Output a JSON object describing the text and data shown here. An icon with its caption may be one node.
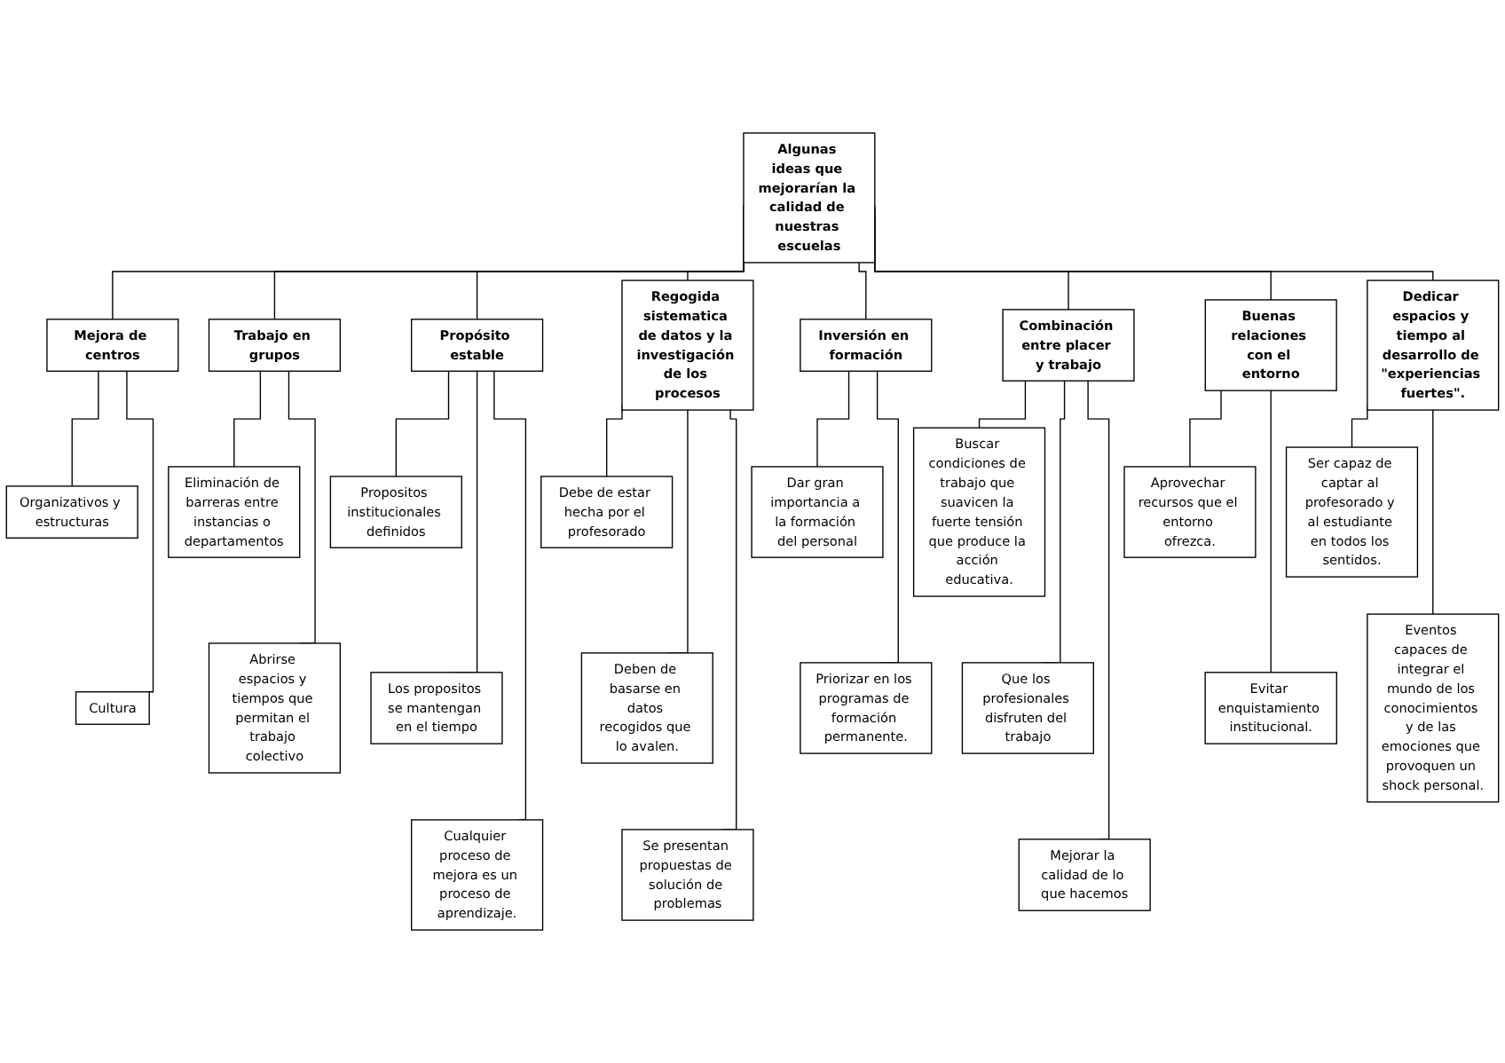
{
  "diagram": {
    "nodes": [
      {
        "text": [
          "Algunas ideas que mejorarían la calidad de nuestras escuelas"
        ]
      },
      {
        "text": [
          "Mejora de centros"
        ]
      },
      {
        "text": [
          "Organizativos y estructuras"
        ]
      },
      {
        "text": [
          "Cultura"
        ]
      },
      {
        "text": [
          "Trabajo en grupos"
        ]
      },
      {
        "text": [
          "Eliminación de barreras entre instancias o departamentos"
        ]
      },
      {
        "text": [
          "Abrirse espacios y tiempos que permitan el trabajo colectivo"
        ]
      },
      {
        "text": [
          "Propósito estable"
        ]
      },
      {
        "text": [
          "Propositos institucionales definidos"
        ]
      },
      {
        "text": [
          "Los propositos se mantengan en el tiempo"
        ]
      },
      {
        "text": [
          "Cualquier proceso de mejora es un proceso de aprendizaje."
        ]
      },
      {
        "text": [
          "Regogida sistematica de datos y la investigación de los procesos"
        ]
      },
      {
        "text": [
          "Debe de estar hecha por el profesorado"
        ]
      },
      {
        "text": [
          "Deben de basarse en datos recogidos que lo avalen."
        ]
      },
      {
        "text": [
          "Se presentan propuestas de solución de problemas"
        ]
      },
      {
        "text": [
          "Inversión en formación"
        ]
      },
      {
        "text": [
          "Dar gran importancia a la formación del personal"
        ]
      },
      {
        "text": [
          "Priorizar en los programas de formación permanente."
        ]
      },
      {
        "text": [
          "Combinación entre placer y trabajo"
        ]
      },
      {
        "text": [
          "Buscar condiciones de trabajo que suavicen la fuerte tensión que produce la acción educativa."
        ]
      },
      {
        "text": [
          "Que los profesionales disfruten del trabajo"
        ]
      },
      {
        "text": [
          "Mejorar la calidad de lo que hacemos"
        ]
      },
      {
        "text": [
          "Buenas relaciones con el entorno"
        ]
      },
      {
        "text": [
          "Aprovechar recursos que el entorno ofrezca."
        ]
      },
      {
        "text": [
          "Evitar enquistamiento institucional."
        ]
      },
      {
        "text": [
          "Dedicar espacios y tiempo al desarrollo de \"experiencias fuertes\"."
        ]
      },
      {
        "text": [
          "Ser capaz de captar al profesorado y al estudiante en todos los sentidos."
        ]
      },
      {
        "text": [
          "Eventos capaces de integrar el mundo de los conocimientos y de las emociones que provoquen un shock personal."
        ]
      }
    ],
    "edges": [
      {
        "from": 0,
        "to": 1,
        "arrow": "none"
      },
      {
        "from": 0,
        "to": 4,
        "arrow": "none"
      },
      {
        "from": 0,
        "to": 7,
        "arrow": "none"
      },
      {
        "from": 0,
        "to": 11,
        "arrow": "none"
      },
      {
        "from": 0,
        "to": 15,
        "arrow": "none"
      },
      {
        "from": 0,
        "to": 18,
        "arrow": "none"
      },
      {
        "from": 0,
        "to": 22,
        "arrow": "none"
      },
      {
        "from": 0,
        "to": 25,
        "arrow": "none"
      },
      {
        "from": 1,
        "to": 2,
        "arrow": "none"
      },
      {
        "from": 1,
        "to": 3,
        "arrow": "none"
      },
      {
        "from": 4,
        "to": 5,
        "arrow": "none"
      },
      {
        "from": 4,
        "to": 6,
        "arrow": "none"
      },
      {
        "from": 7,
        "to": 8,
        "arrow": "none"
      },
      {
        "from": 7,
        "to": 9,
        "arrow": "none"
      },
      {
        "from": 7,
        "to": 10,
        "arrow": "none"
      },
      {
        "from": 11,
        "to": 12,
        "arrow": "none"
      },
      {
        "from": 11,
        "to": 13,
        "arrow": "none"
      },
      {
        "from": 11,
        "to": 14,
        "arrow": "none"
      },
      {
        "from": 15,
        "to": 16,
        "arrow": "none"
      },
      {
        "from": 15,
        "to": 17,
        "arrow": "none"
      },
      {
        "from": 18,
        "to": 19,
        "arrow": "none"
      },
      {
        "from": 18,
        "to": 20,
        "arrow": "none"
      },
      {
        "from": 18,
        "to": 21,
        "arrow": "none"
      },
      {
        "from": 22,
        "to": 23,
        "arrow": "none"
      },
      {
        "from": 22,
        "to": 24,
        "arrow": "none"
      },
      {
        "from": 25,
        "to": 26,
        "arrow": "none"
      },
      {
        "from": 25,
        "to": 27,
        "arrow": "none"
      }
    ]
  }
}
